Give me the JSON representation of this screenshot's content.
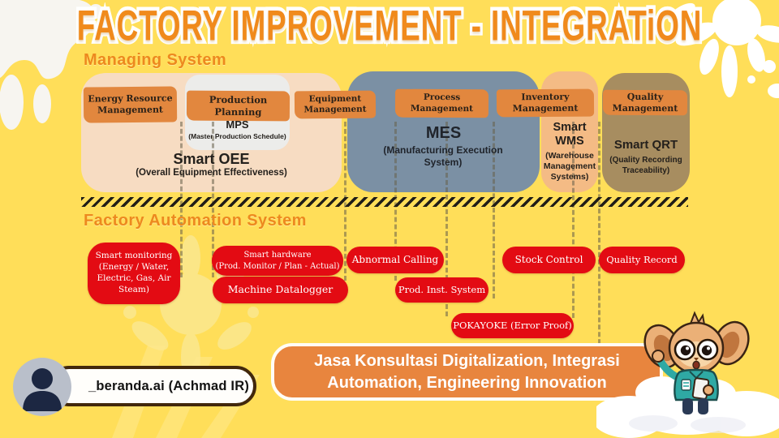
{
  "title": "FACTORY IMPROVEMENT - INTEGRATiON",
  "managing": {
    "heading": "Managing System",
    "banners": [
      "Energy Resource Management",
      "Production Planning",
      "Equipment Management",
      "Process Management",
      "Inventory Management",
      "Quality Management"
    ],
    "mps": {
      "title": "MPS",
      "sub": "(Master Production Schedule)"
    },
    "oee": {
      "title": "Smart OEE",
      "sub": "(Overall Equipment Effectiveness)"
    },
    "mes": {
      "title": "MES",
      "sub": "(Manufacturing Execution System)"
    },
    "wms": {
      "title": "Smart WMS",
      "sub": "(Warehouse Management Systems)"
    },
    "qrt": {
      "title": "Smart QRT",
      "sub": "(Quality Recording Traceability)"
    }
  },
  "automation": {
    "heading": "Factory Automation System",
    "items": [
      {
        "label": "Smart monitoring\n(Energy / Water,\nElectric, Gas, Air\nSteam)"
      },
      {
        "label": "Smart hardware\n(Prod. Monitor / Plan - Actual)"
      },
      {
        "label": "Machine Datalogger"
      },
      {
        "label": "Abnormal Calling"
      },
      {
        "label": "Prod. Inst. System"
      },
      {
        "label": "POKAYOKE (Error Proof)"
      },
      {
        "label": "Stock Control"
      },
      {
        "label": "Quality Record"
      }
    ]
  },
  "footer": {
    "line1": "Jasa Konsultasi Digitalization, Integrasi",
    "line2": "Automation, Engineering Innovation",
    "handle": "_beranda.ai (Achmad IR)"
  },
  "colors": {
    "background": "#FFDE59",
    "title_orange": "#F08A1C",
    "banner_orange": "#E2873E",
    "peach_container": "#F7DCC2",
    "slate_container": "#7B90A4",
    "wms_container": "#F4BB85",
    "tan_container": "#A78D60",
    "red_pill": "#E30B13",
    "footer_orange": "#E8853E",
    "avatar_grey": "#B9BFCA",
    "person_navy": "#1C2742"
  }
}
